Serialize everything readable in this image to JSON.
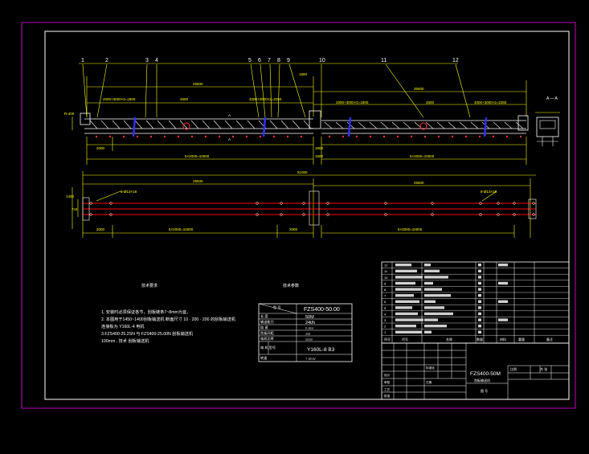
{
  "colors": {
    "background": "#000000",
    "outer_frame": "#c000c0",
    "frame": "#ffffff",
    "dimension": "#ffff00",
    "beam": "#ff0000",
    "support": "#00ffff",
    "clamp": "#3030ff",
    "leader": "#ffff00"
  },
  "drawing": {
    "elevation": {
      "balloons": [
        "1",
        "2",
        "3",
        "4",
        "5",
        "6",
        "7",
        "8",
        "9",
        "10",
        "11",
        "12"
      ],
      "overall_dims": [
        "25500",
        "25500"
      ],
      "span_dims_left": [
        "2000+3000×2=1800",
        "4500",
        "4000+3000×2=2250"
      ],
      "span_dims_right": [
        "2000+3000×2=1800",
        "4500",
        "4000+3000×2=2350"
      ],
      "bottom_dims": [
        "2000",
        "5×2000=10000",
        "1800",
        "1500",
        "5×2000=10000"
      ],
      "left_height": "R-400",
      "section_mark": "A",
      "height_mark": "1500"
    },
    "plan": {
      "overall_dim": "51000",
      "half_dims": [
        "25500",
        "25500"
      ],
      "left_height": "1400",
      "left_width": "744",
      "note_left": "8-Ø13×18",
      "note_right": "8-Ø13×18",
      "bottom_dims": [
        "2000",
        "5×2000=10000",
        "2000",
        "5×2000=10000"
      ]
    },
    "section_label": "A — A"
  },
  "notes": {
    "heading": "技术要求",
    "lines": [
      "1. 安装时必须保证各节，刮板链条7~8mm为宜。",
      "2. 本图用于1450~1400刮板输送机 断面尺寸 10 · 200 · 200 的刮板输送机",
      "   连接板为 Y160L-4 电机",
      "3.FZS400-25.2SN 与 FZS400-25.00N 刮板输送机",
      "   100mm ,     技术 刮板输送机"
    ]
  },
  "spec_table": {
    "heading": "技术参数",
    "rows": [
      {
        "label": "型 号",
        "value": "FZS400-50.00"
      },
      {
        "label": "长 度",
        "value": "50M"
      },
      {
        "label": "输送能力",
        "value": "24t/h"
      },
      {
        "label": "链 速",
        "value": "0.5M"
      },
      {
        "label": "刮板间距",
        "value": "2M"
      },
      {
        "label": "电机功率",
        "value": "2kW"
      },
      {
        "label": "电 机 型号",
        "value": "Y160L-8  B3"
      },
      {
        "label": "转速",
        "value": "7.5kW"
      }
    ]
  },
  "bom": {
    "row_numbers": [
      "12",
      "11",
      "10",
      "9",
      "8",
      "7",
      "6",
      "5",
      "4",
      "3",
      "2",
      "1"
    ],
    "header": [
      "序号",
      "代号",
      "名称",
      "数量",
      "材料",
      "重量",
      "备注"
    ]
  },
  "title_block": {
    "drawing_title": "FZS400-50M",
    "drawing_subtitle": "刮板输送机",
    "scale_label": "比例",
    "sheet_label": "共 张",
    "cells": [
      "设计",
      "审核",
      "工艺",
      "批准",
      "标准化",
      "日期"
    ],
    "company": "图 号"
  }
}
